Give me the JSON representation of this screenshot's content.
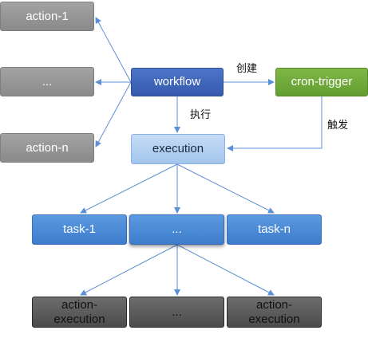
{
  "nodes": {
    "action_1": "action-1",
    "action_dots": "...",
    "action_n": "action-n",
    "workflow": "workflow",
    "cron_trigger": "cron-trigger",
    "execution": "execution",
    "task_1": "task-1",
    "task_dots": "...",
    "task_n": "task-n",
    "action_execution_1": "action-\nexecution",
    "action_execution_dots": "...",
    "action_execution_n": "action-\nexecution"
  },
  "edges": {
    "create": "创建",
    "execute": "执行",
    "trigger": "触发"
  },
  "colors": {
    "arrow": "#5b8fd6",
    "action_gray": "#999999",
    "workflow_blue": "#3e63b8",
    "cron_green": "#70a83a",
    "execution_light": "#b3d0f0",
    "task_blue": "#4a89d5",
    "action_execution_dark": "#5c5c5c"
  }
}
